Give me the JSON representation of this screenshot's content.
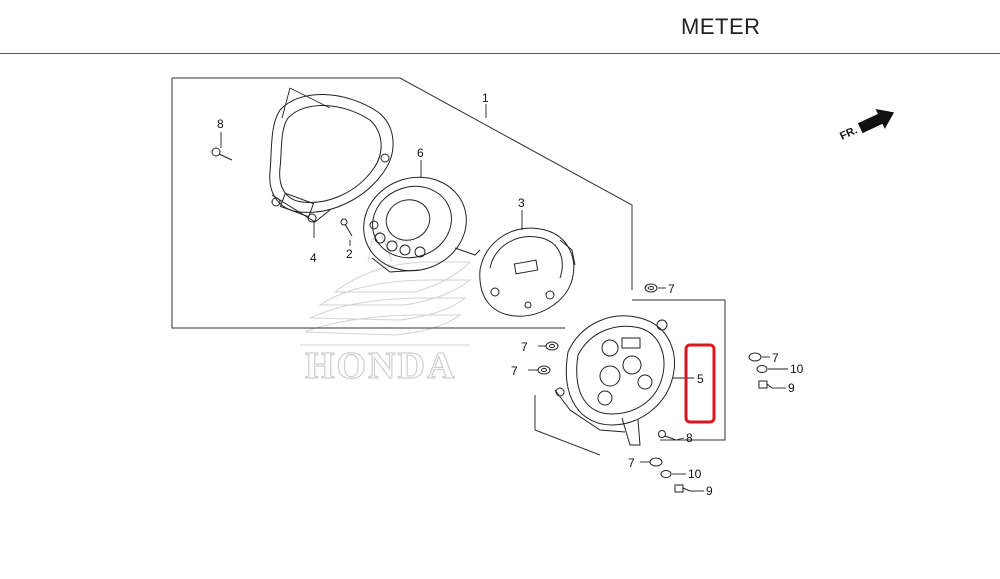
{
  "header": {
    "title": "METER"
  },
  "direction_indicator": {
    "label": "FR.",
    "icon": "front-direction-arrow-icon"
  },
  "watermark": {
    "brand": "HONDA"
  },
  "callouts": [
    {
      "id": "c1",
      "label": "1",
      "part": "meter-assembly"
    },
    {
      "id": "c2",
      "label": "2",
      "part": "screw"
    },
    {
      "id": "c3",
      "label": "3",
      "part": "meter-panel"
    },
    {
      "id": "c4",
      "label": "4",
      "part": "meter-lens-cover"
    },
    {
      "id": "c5",
      "label": "5",
      "part": "meter-case"
    },
    {
      "id": "c6",
      "label": "6",
      "part": "meter-ring"
    },
    {
      "id": "c7a",
      "label": "7",
      "part": "grommet"
    },
    {
      "id": "c7b",
      "label": "7",
      "part": "grommet"
    },
    {
      "id": "c7c",
      "label": "7",
      "part": "grommet"
    },
    {
      "id": "c7d",
      "label": "7",
      "part": "grommet"
    },
    {
      "id": "c7e",
      "label": "7",
      "part": "grommet"
    },
    {
      "id": "c8a",
      "label": "8",
      "part": "screw"
    },
    {
      "id": "c8b",
      "label": "8",
      "part": "screw"
    },
    {
      "id": "c9a",
      "label": "9",
      "part": "bolt"
    },
    {
      "id": "c9b",
      "label": "9",
      "part": "bolt"
    },
    {
      "id": "c10a",
      "label": "10",
      "part": "collar"
    },
    {
      "id": "c10b",
      "label": "10",
      "part": "collar"
    }
  ],
  "highlight": {
    "target": "c5",
    "color": "#e0141e"
  },
  "colors": {
    "line": "#222222",
    "watermark": "#cfcfcf",
    "highlight": "#e0141e"
  }
}
